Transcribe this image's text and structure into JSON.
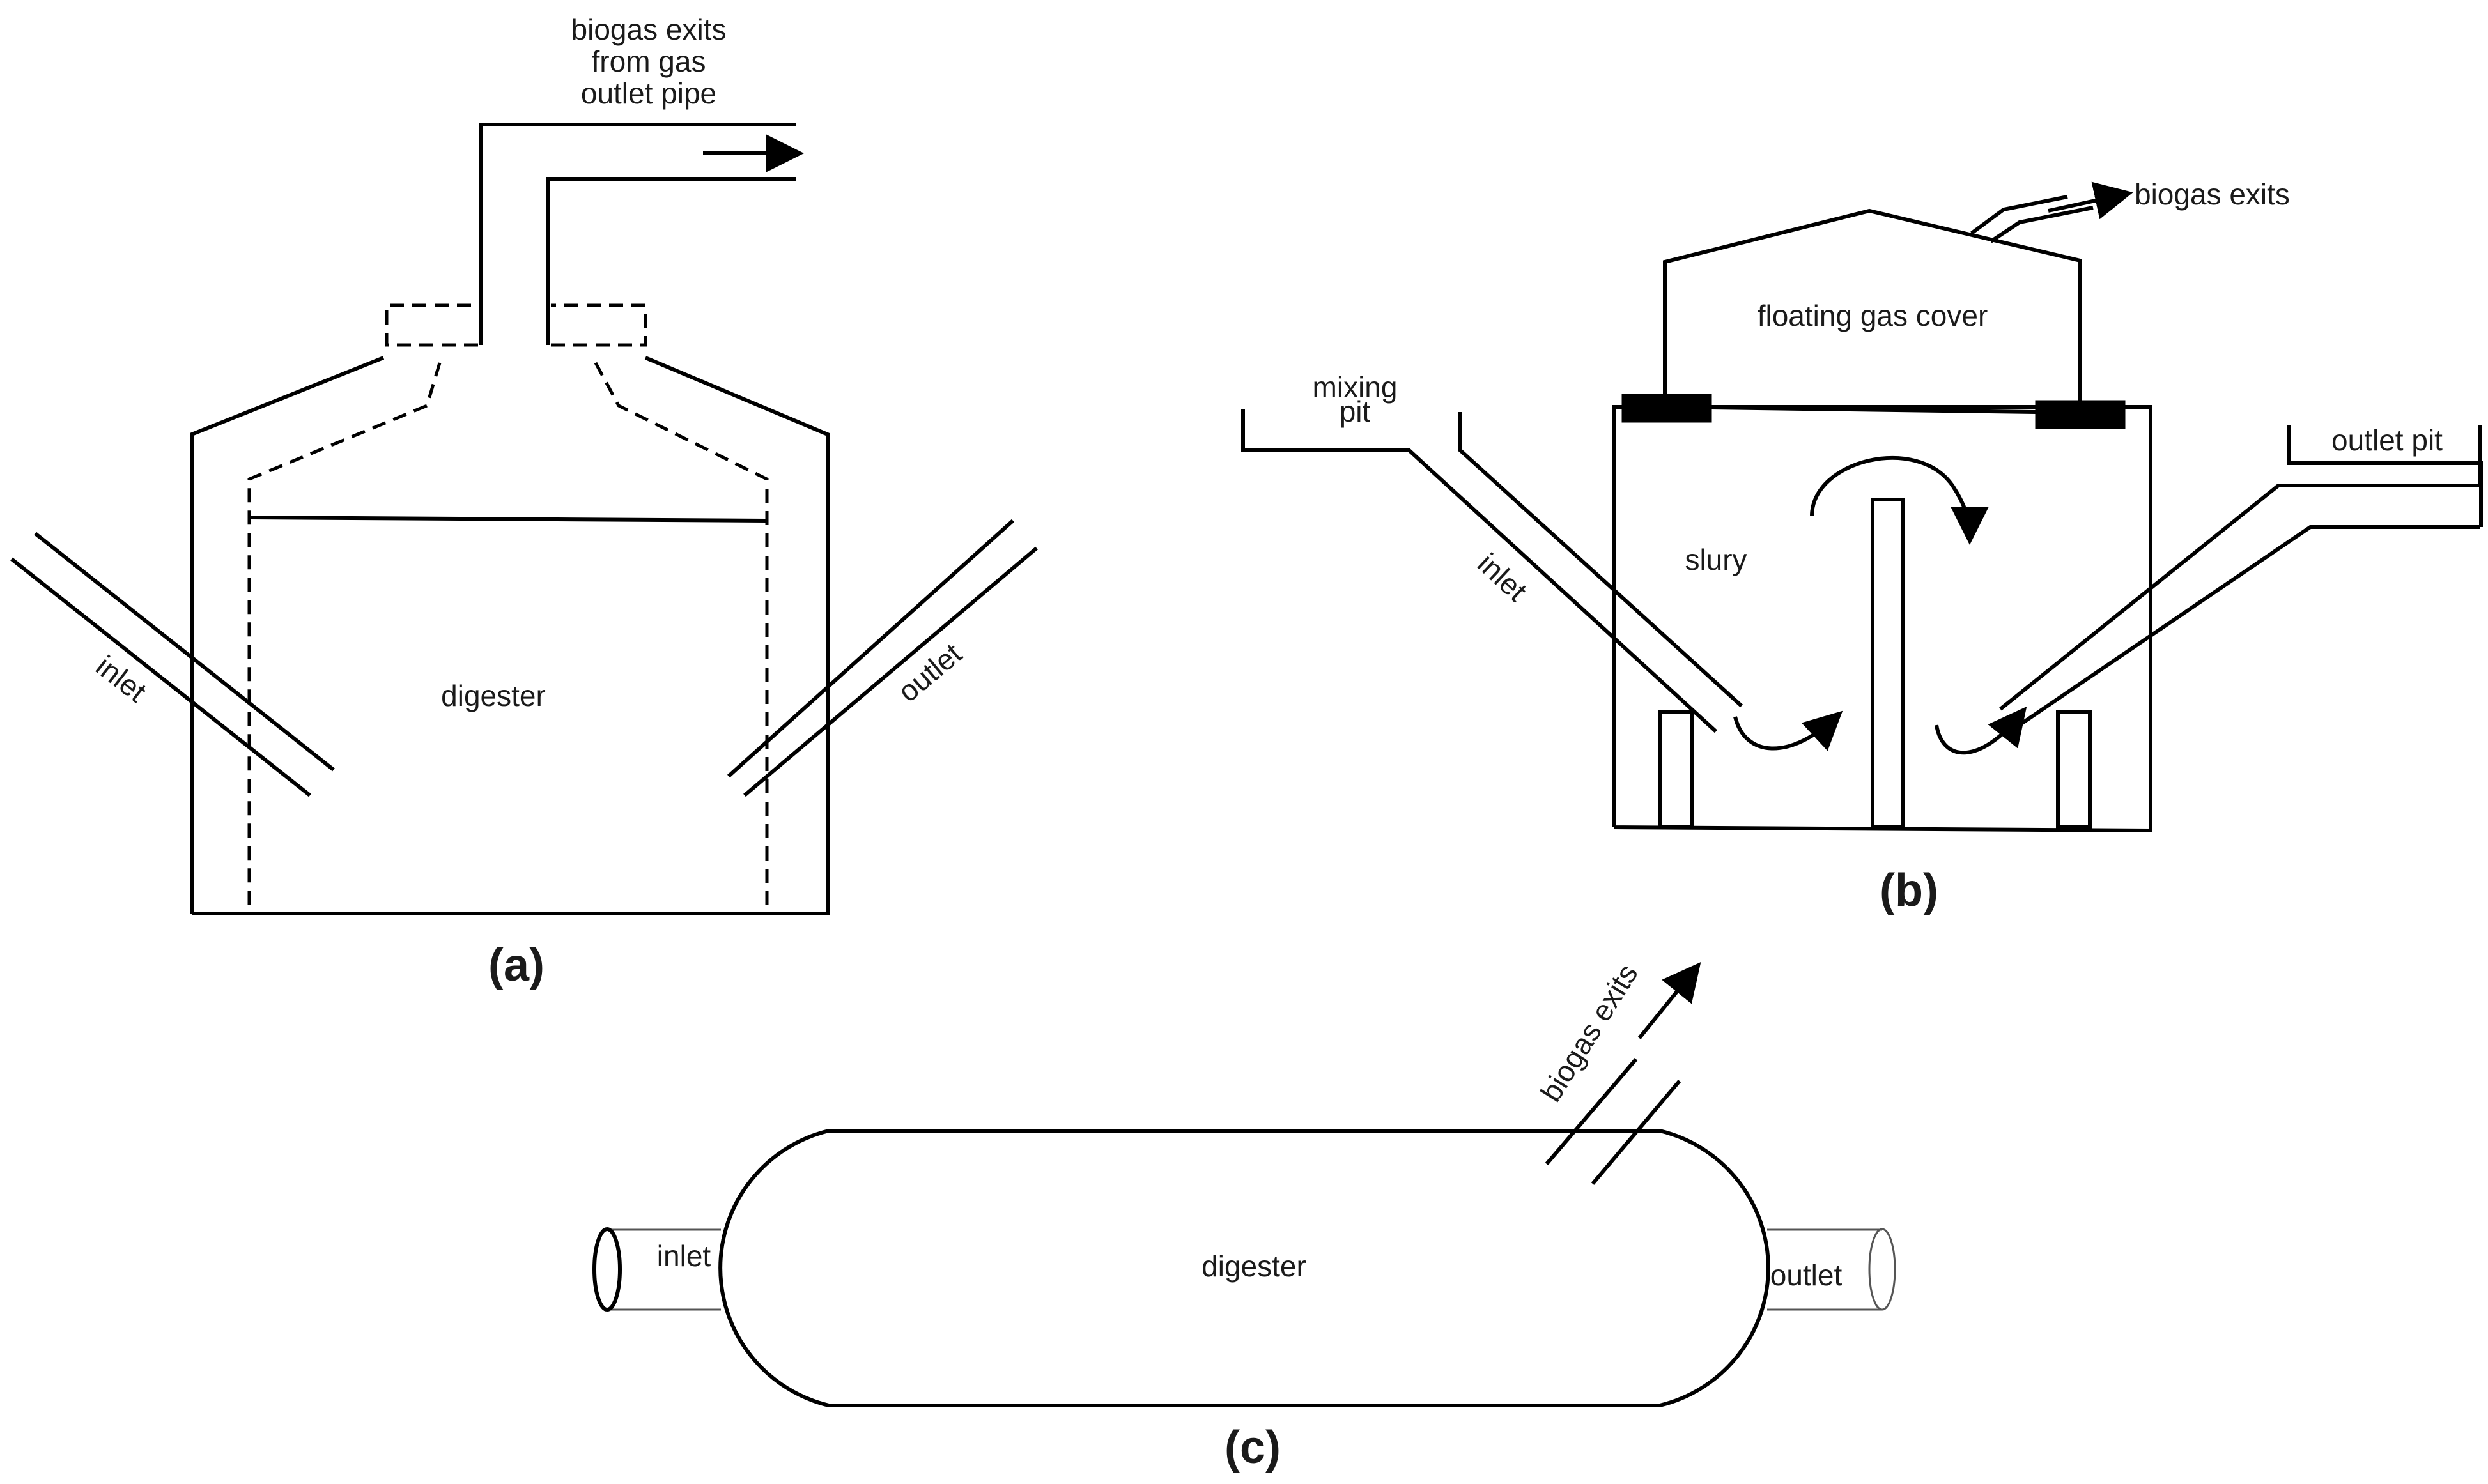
{
  "panel_a": {
    "caption": "(a)",
    "biogas_label": [
      "biogas exits",
      "from gas",
      "outlet pipe"
    ],
    "digester_label": "digester",
    "inlet_label": "inlet",
    "outlet_label": "outlet"
  },
  "panel_b": {
    "caption": "(b)",
    "biogas_label": "biogas exits",
    "cover_label": "floating gas cover",
    "mixing_pit_label": [
      "mixing",
      "pit"
    ],
    "outlet_pit_label": "outlet pit",
    "inlet_label": "inlet",
    "slurry_label": "slury"
  },
  "panel_c": {
    "caption": "(c)",
    "biogas_label": "biogas exits",
    "digester_label": "digester",
    "inlet_label": "inlet",
    "outlet_label": "outlet"
  }
}
